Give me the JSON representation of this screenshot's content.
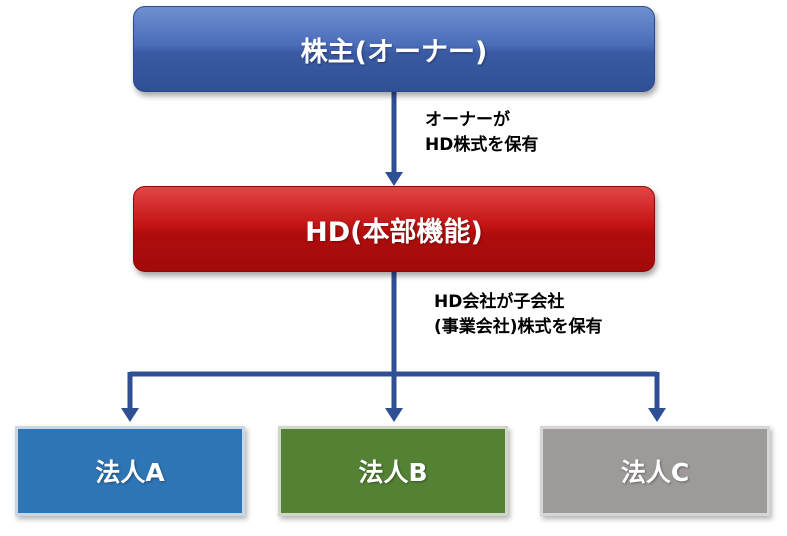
{
  "nodes": {
    "shareholder": "株主(オーナー)",
    "hd": "HD(本部機能)",
    "corp_a": "法人A",
    "corp_b": "法人B",
    "corp_c": "法人C"
  },
  "notes": {
    "owner_line1": "オーナーが",
    "owner_line2": "HD株式を保有",
    "hd_line1": "HD会社が子会社",
    "hd_line2": "(事業会社)株式を保有"
  },
  "colors": {
    "connector": "#2f4f95",
    "shareholder": "#3a5aa3",
    "hd": "#b00d0d",
    "corp_a": "#2e75b6",
    "corp_b": "#548235",
    "corp_c": "#9e9a9a"
  }
}
